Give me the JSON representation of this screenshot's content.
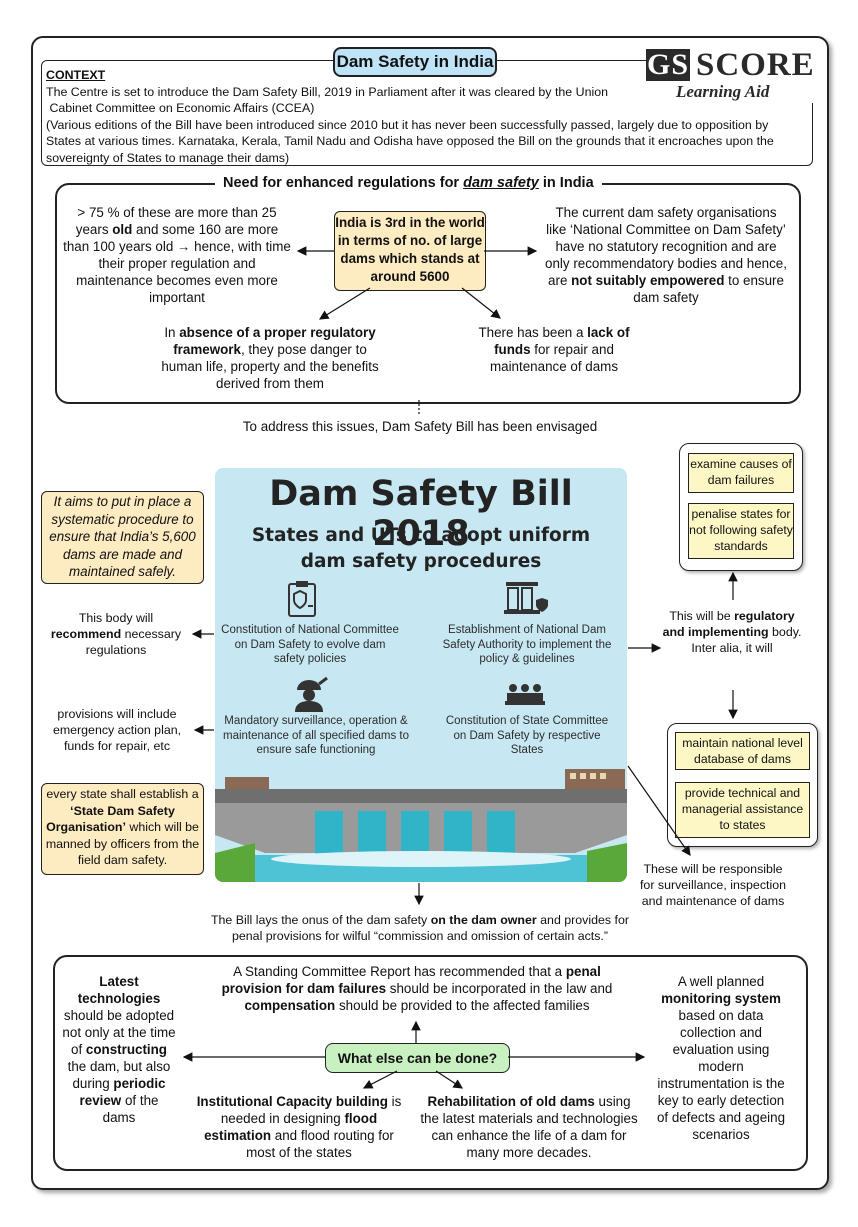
{
  "title": "Dam Safety in India",
  "logo": {
    "gs": "GS",
    "score": "SCORE",
    "tagline": "Learning Aid"
  },
  "context": {
    "heading": "CONTEXT",
    "line1": "The Centre is set to introduce the Dam Safety Bill, 2019 in Parliament after it was cleared by the Union",
    "line2": " Cabinet Committee on Economic Affairs (CCEA)",
    "line3": "(Various editions of the Bill have been introduced since 2010 but it has never been successfully passed, largely due to opposition by States at various times. Karnataka, Kerala, Tamil Nadu and Odisha have opposed the Bill on the grounds that it encroaches upon the sovereignty of States to manage their dams)"
  },
  "need": {
    "title_pre": "Need for enhanced regulations for ",
    "title_em": "dam safety",
    "title_post": " in India",
    "center": "India is 3rd in the world in terms of no. of large dams which stands at around 5600",
    "left_a": "> 75 % of these are more than 25 years ",
    "left_b": "old",
    "left_c": " and some 160 are more than 100 years old → hence, with time their proper regulation and maintenance becomes even more important",
    "right_a": "The current dam safety organisations like ‘National Committee on Dam Safety’ have no statutory recognition and are only recommendatory bodies and hence, are ",
    "right_b": "not suitably empowered",
    "right_c": " to ensure dam safety",
    "bl_a": "In ",
    "bl_b": "absence of a proper regulatory framework",
    "bl_c": ", they pose danger to human life, property and the benefits derived from them",
    "br_a": "There has been a ",
    "br_b": "lack of funds",
    "br_c": " for repair and maintenance of dams"
  },
  "address": "To address this issues, Dam Safety Bill has been envisaged",
  "infographic": {
    "title": "Dam Safety Bill 2018",
    "subtitle_1": "States and UTs to adopt uniform",
    "subtitle_2": "dam safety procedures",
    "item1": "Constitution of National Committee on Dam Safety to evolve dam safety policies",
    "item2": "Establishment of National Dam Safety Authority to implement the policy & guidelines",
    "item3": "Mandatory surveillance, operation & maintenance of all specified dams to ensure safe functioning",
    "item4": "Constitution of State Committee on Dam Safety by respective States"
  },
  "left": {
    "aim": "It aims to put in place a systematic procedure to ensure that India’s 5,600 dams are made and maintained safely.",
    "recommend_a": "This body will ",
    "recommend_b": "recommend",
    "recommend_c": " necessary regulations",
    "provisions": "provisions will include emergency action plan, funds for repair, etc",
    "state_a": "every state shall establish a ",
    "state_b": "‘State Dam Safety Organisation’",
    "state_c": " which will be manned by officers from the field dam safety."
  },
  "right": {
    "box1": "examine causes of dam failures",
    "box2": "penalise states for not following safety standards",
    "body_a": "This will be ",
    "body_b": "regulatory and implementing",
    "body_c": " body. Inter alia, it will",
    "box3": "maintain national level database of dams",
    "box4": "provide technical and managerial assistance to states",
    "responsible": "These will be responsible for surveillance, inspection and maintenance of dams"
  },
  "onus_a": "The Bill lays the onus of the dam safety ",
  "onus_b": "on the dam owner",
  "onus_c": " and provides for penal provisions for wilful “commission and omission of certain acts.”",
  "bottom": {
    "center": "What else can be done?",
    "top_a": "A Standing Committee Report has recommended that a ",
    "top_b": "penal provision for dam failures",
    "top_c": " should be incorporated in the law and ",
    "top_d": "compensation",
    "top_e": " should be provided to the affected families",
    "left_a": "Latest technologies",
    "left_b": " should be adopted not only at the time of ",
    "left_c": "constructing",
    "left_d": " the dam, but also during ",
    "left_e": "periodic review",
    "left_f": " of the dams",
    "right_a": "A well planned ",
    "right_b": "monitoring system",
    "right_c": " based on data collection and evaluation using modern instrumentation is the key to early detection of defects and ageing scenarios",
    "bl_a": "Institutional Capacity building",
    "bl_b": " is needed in designing ",
    "bl_c": "flood estimation",
    "bl_d": " and flood routing for most of the states",
    "br_a": "Rehabilitation of old dams",
    "br_b": " using the latest materials and technologies can enhance the life of a dam for many more decades."
  }
}
